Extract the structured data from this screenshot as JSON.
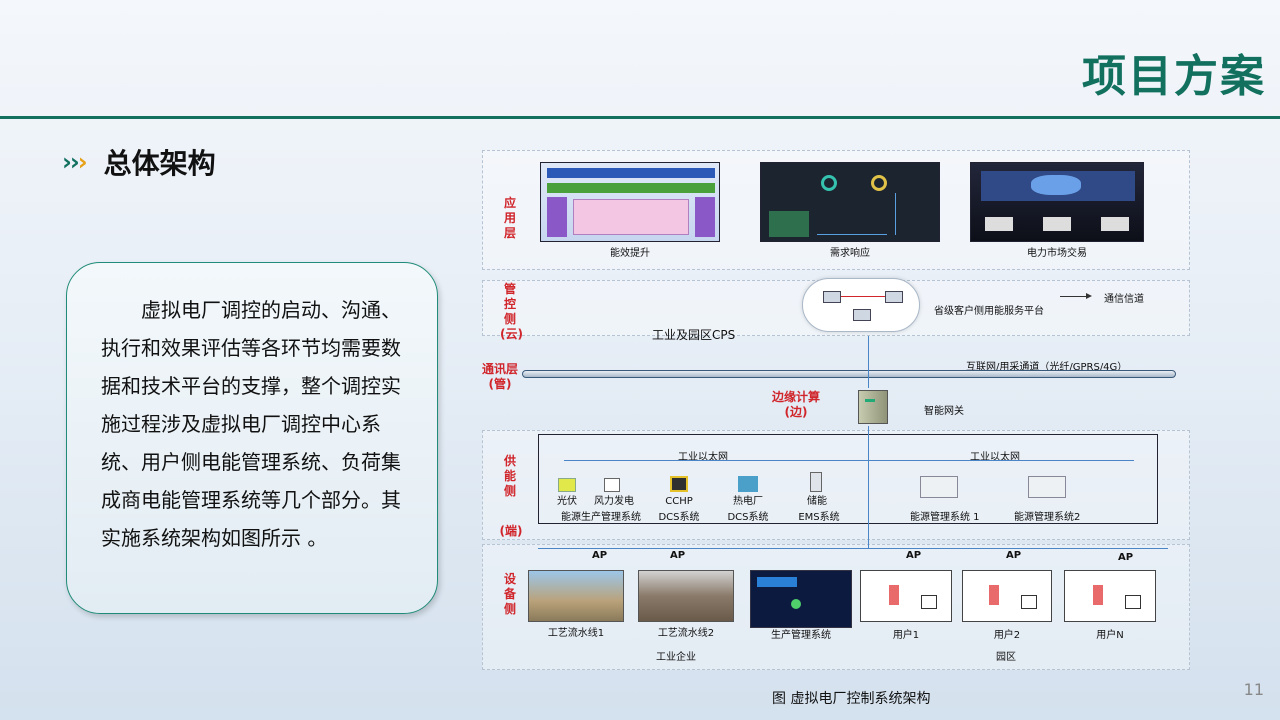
{
  "header": {
    "title": "项目方案"
  },
  "section": {
    "title": "总体架构"
  },
  "body_text": "虚拟电厂调控的启动、沟通、执行和效果评估等各环节均需要数据和技术平台的支撑，整个调控实施过程涉及虚拟电厂调控中心系统、用户侧电能管理系统、负荷集成商电能管理系统等几个部分。其实施系统架构如图所示 。",
  "diagram": {
    "layers": {
      "app": "应用层",
      "cloud": "管控侧(云)",
      "comm": "通讯层(管)",
      "edge": "边缘计算(边)",
      "supply": "供能侧",
      "end": "(端)",
      "device": "设备侧"
    },
    "app_items": [
      "能效提升",
      "需求响应",
      "电力市场交易"
    ],
    "cloud": {
      "platform": "省级客户侧用能服务平台",
      "comm_channel": "通信信道",
      "cps": "工业及园区CPS"
    },
    "network": "互联网/用采通道（光纤/GPRS/4G）",
    "gateway": "智能网关",
    "ethernet": "工业以太网",
    "supply_items": [
      {
        "top": "光伏",
        "bottom": "能源生产管理系统"
      },
      {
        "top": "风力发电",
        "bottom": ""
      },
      {
        "top": "CCHP",
        "bottom": "DCS系统"
      },
      {
        "top": "热电厂",
        "bottom": "DCS系统"
      },
      {
        "top": "储能",
        "bottom": "EMS系统"
      }
    ],
    "energy_mgmt": [
      "能源管理系统 1",
      "能源管理系统2"
    ],
    "ap": "AP",
    "devices": [
      "工艺流水线1",
      "工艺流水线2",
      "生产管理系统",
      "用户1",
      "用户2",
      "用户N"
    ],
    "groups": [
      "工业企业",
      "园区"
    ],
    "caption": "图 虚拟电厂控制系统架构"
  },
  "page_number": "11",
  "colors": {
    "accent": "#12705f",
    "chevron_orange": "#e6a117",
    "label_red": "#d0252b"
  }
}
